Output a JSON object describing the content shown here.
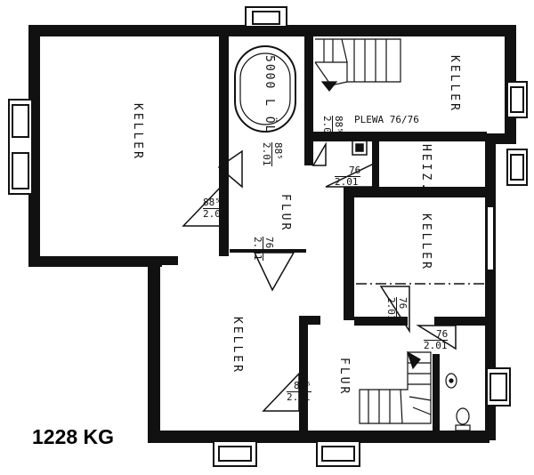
{
  "plan": {
    "title": "1228 KG",
    "rooms": {
      "keller_left": "KELLER",
      "keller_top_right": "KELLER",
      "heiz": "HEIZ.",
      "keller_mid_right": "KELLER",
      "keller_bottom_left": "KELLER",
      "flur_upper": "FLUR",
      "flur_lower": "FLUR"
    },
    "tank_label": "5000 L ÖL",
    "plewa_label": "PLEWA 76/76",
    "doors": {
      "d1": {
        "width": "88⁵",
        "height": "2.01"
      },
      "d2": {
        "width": "88⁵",
        "height": "2.01"
      },
      "d3": {
        "width": "88⁵",
        "height": "2.01"
      },
      "d4": {
        "width": "76",
        "height": "2.01"
      },
      "d5": {
        "width": "76",
        "height": "2.01"
      },
      "d6": {
        "width": "76",
        "height": "2.01"
      },
      "d7": {
        "width": "76",
        "height": "2.01"
      },
      "d8": {
        "width": "88⁵",
        "height": "2.01"
      }
    }
  }
}
